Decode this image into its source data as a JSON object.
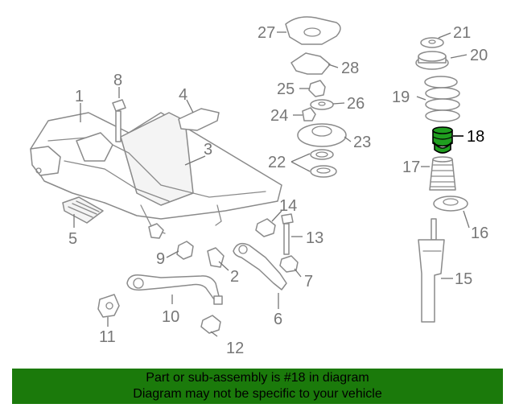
{
  "callouts": {
    "c1": "1",
    "c2": "2",
    "c3": "3",
    "c4": "4",
    "c5": "5",
    "c6": "6",
    "c7": "7",
    "c8": "8",
    "c9": "9",
    "c10": "10",
    "c11": "11",
    "c12": "12",
    "c13": "13",
    "c14": "14",
    "c15": "15",
    "c16": "16",
    "c17": "17",
    "c18": "18",
    "c19": "19",
    "c20": "20",
    "c21": "21",
    "c22": "22",
    "c23": "23",
    "c24": "24",
    "c25": "25",
    "c26": "26",
    "c27": "27",
    "c28": "28"
  },
  "highlighted_part": "18",
  "colors": {
    "highlight": "#1f9e1f",
    "banner": "#1b7a0b",
    "line": "#8a8a8a"
  },
  "banner": {
    "line1": "Part or sub-assembly is #18 in diagram",
    "line2": "Diagram may not be specific to your vehicle"
  }
}
